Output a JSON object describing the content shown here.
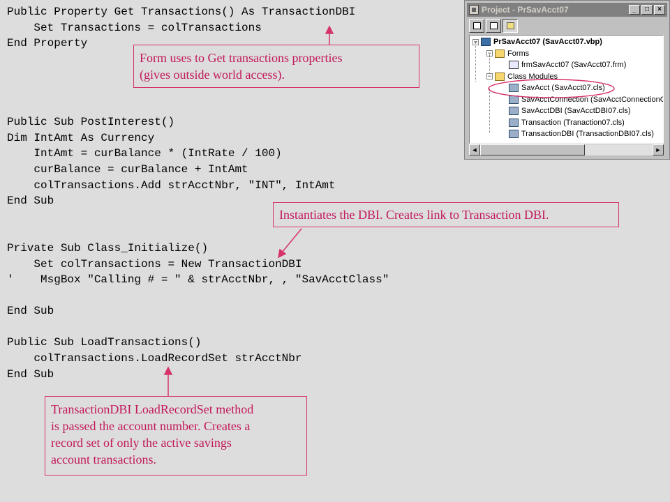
{
  "code_lines": [
    "Public Property Get Transactions() As TransactionDBI",
    "    Set Transactions = colTransactions",
    "End Property",
    "",
    "",
    "",
    "",
    "Public Sub PostInterest()",
    "Dim IntAmt As Currency",
    "    IntAmt = curBalance * (IntRate / 100)",
    "    curBalance = curBalance + IntAmt",
    "    colTransactions.Add strAcctNbr, \"INT\", IntAmt",
    "End Sub",
    "",
    "",
    "Private Sub Class_Initialize()",
    "    Set colTransactions = New TransactionDBI",
    "'    MsgBox \"Calling # = \" & strAcctNbr, , \"SavAcctClass\"",
    "",
    "End Sub",
    "",
    "Public Sub LoadTransactions()",
    "    colTransactions.LoadRecordSet strAcctNbr",
    "End Sub"
  ],
  "callouts": {
    "get_transactions": [
      "Form uses to Get transactions properties",
      "(gives outside world access)."
    ],
    "instantiates": [
      "Instantiates the DBI. Creates link to Transaction DBI."
    ],
    "load_recordset": [
      "TransactionDBI LoadRecordSet method",
      "is passed the account number.  Creates a",
      "record set of only the active savings",
      "account transactions."
    ]
  },
  "project_window": {
    "title": "Project - PrSavAcct07",
    "buttons": {
      "minimize": "_",
      "maximize": "□",
      "close": "×"
    },
    "tree": [
      {
        "label": "PrSavAcct07 (SavAcct07.vbp)",
        "icon": "project-icon",
        "level": 0,
        "expander": "−"
      },
      {
        "label": "Forms",
        "icon": "folder-icon",
        "level": 1,
        "expander": "−"
      },
      {
        "label": "frmSavAcct07 (SavAcct07.frm)",
        "icon": "form-icon",
        "level": 2
      },
      {
        "label": "Class Modules",
        "icon": "folder-icon",
        "level": 1,
        "expander": "−"
      },
      {
        "label": "SavAcct (SavAcct07.cls)",
        "icon": "class-icon",
        "level": 2,
        "highlighted": true
      },
      {
        "label": "SavAcctConnection (SavAcctConnectionC",
        "icon": "class-icon",
        "level": 2
      },
      {
        "label": "SavAcctDBI (SavAcctDBI07.cls)",
        "icon": "class-icon",
        "level": 2
      },
      {
        "label": "Transaction (Tranaction07.cls)",
        "icon": "class-icon",
        "level": 2
      },
      {
        "label": "TransactionDBI (TransactionDBI07.cls)",
        "icon": "class-icon",
        "level": 2
      }
    ],
    "scroll": {
      "left_arrow": "◄",
      "right_arrow": "►"
    }
  },
  "colors": {
    "callout": "#c2185b",
    "background": "#dddddd"
  }
}
